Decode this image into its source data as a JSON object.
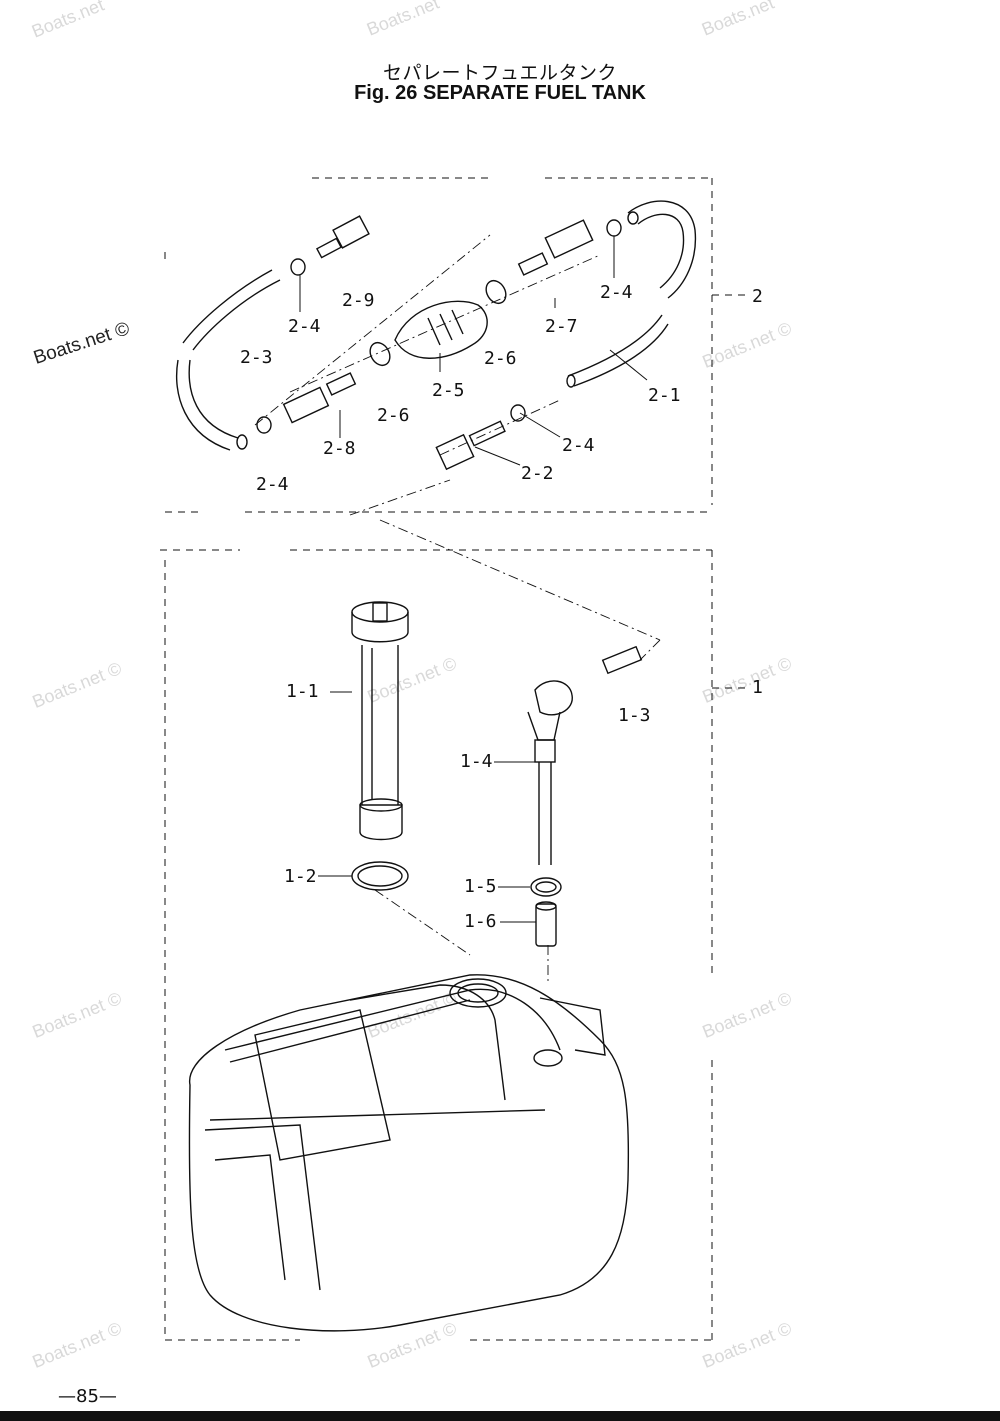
{
  "header": {
    "title_jp": "セパレートフュエルタンク",
    "title_en": "Fig. 26   SEPARATE FUEL TANK"
  },
  "callouts": {
    "group_2": "2",
    "group_1": "1",
    "c2_1": "2-1",
    "c2_2": "2-2",
    "c2_3": "2-3",
    "c2_4_a": "2-4",
    "c2_4_b": "2-4",
    "c2_4_c": "2-4",
    "c2_4_d": "2-4",
    "c2_5": "2-5",
    "c2_6_a": "2-6",
    "c2_6_b": "2-6",
    "c2_7": "2-7",
    "c2_8": "2-8",
    "c2_9": "2-9",
    "c1_1": "1-1",
    "c1_2": "1-2",
    "c1_3": "1-3",
    "c1_4": "1-4",
    "c1_5": "1-5",
    "c1_6": "1-6"
  },
  "watermarks": {
    "text": "Boats.net ©",
    "text_short": "Boats.net",
    "left_label": "Boats.net ©"
  },
  "footer": {
    "page_number": "—85—"
  }
}
